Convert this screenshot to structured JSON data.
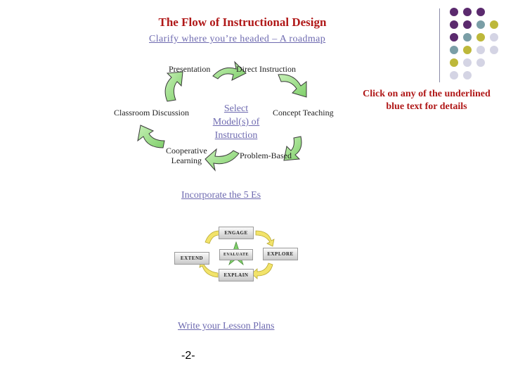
{
  "title": "The Flow of Instructional Design",
  "subtitle": "Clarify where you’re headed – A roadmap",
  "cycle": {
    "presentation": "Presentation",
    "direct_instruction": "Direct Instruction",
    "classroom_discussion": "Classroom Discussion",
    "concept_teaching": "Concept Teaching",
    "cooperative_learning_line1": "Cooperative",
    "cooperative_learning_line2": "Learning",
    "problem_based": "Problem-Based",
    "center_line1": "Select",
    "center_line2": "Model(s) of",
    "center_line3": "Instruction"
  },
  "links": {
    "five_es": "Incorporate the 5 Es",
    "lesson_plans": "Write your Lesson Plans"
  },
  "five_e": {
    "engage": "ENGAGE",
    "explore": "EXPLORE",
    "explain": "EXPLAIN",
    "extend": "EXTEND",
    "evaluate": "EVALUATE"
  },
  "side_note": "Click on any of the underlined  blue text for details",
  "page_number": "-2-",
  "colors": {
    "title": "#b01818",
    "link": "#6e6ab0",
    "arrow_fill": "#9ee08a",
    "dot_purple": "#5b2a6e",
    "dot_teal": "#7a9ea6",
    "dot_olive": "#bdb83a",
    "dot_light": "#d4d4e4"
  }
}
